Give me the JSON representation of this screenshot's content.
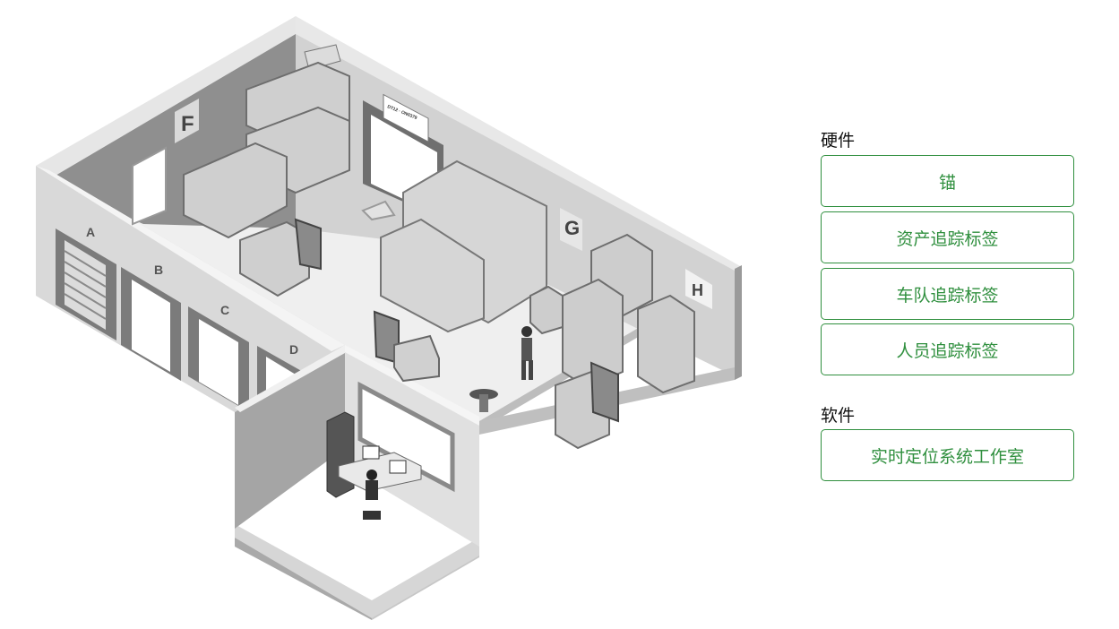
{
  "scene": {
    "door_labels": [
      "A",
      "B",
      "C",
      "D"
    ],
    "zone_labels": [
      "F",
      "G",
      "H"
    ],
    "door_sign": "DT12 · ON0379"
  },
  "hardware": {
    "title": "硬件",
    "items": [
      "锚",
      "资产追踪标签",
      "车队追踪标签",
      "人员追踪标签"
    ]
  },
  "software": {
    "title": "软件",
    "items": [
      "实时定位系统工作室"
    ]
  },
  "colors": {
    "accent": "#2f8f3e"
  }
}
